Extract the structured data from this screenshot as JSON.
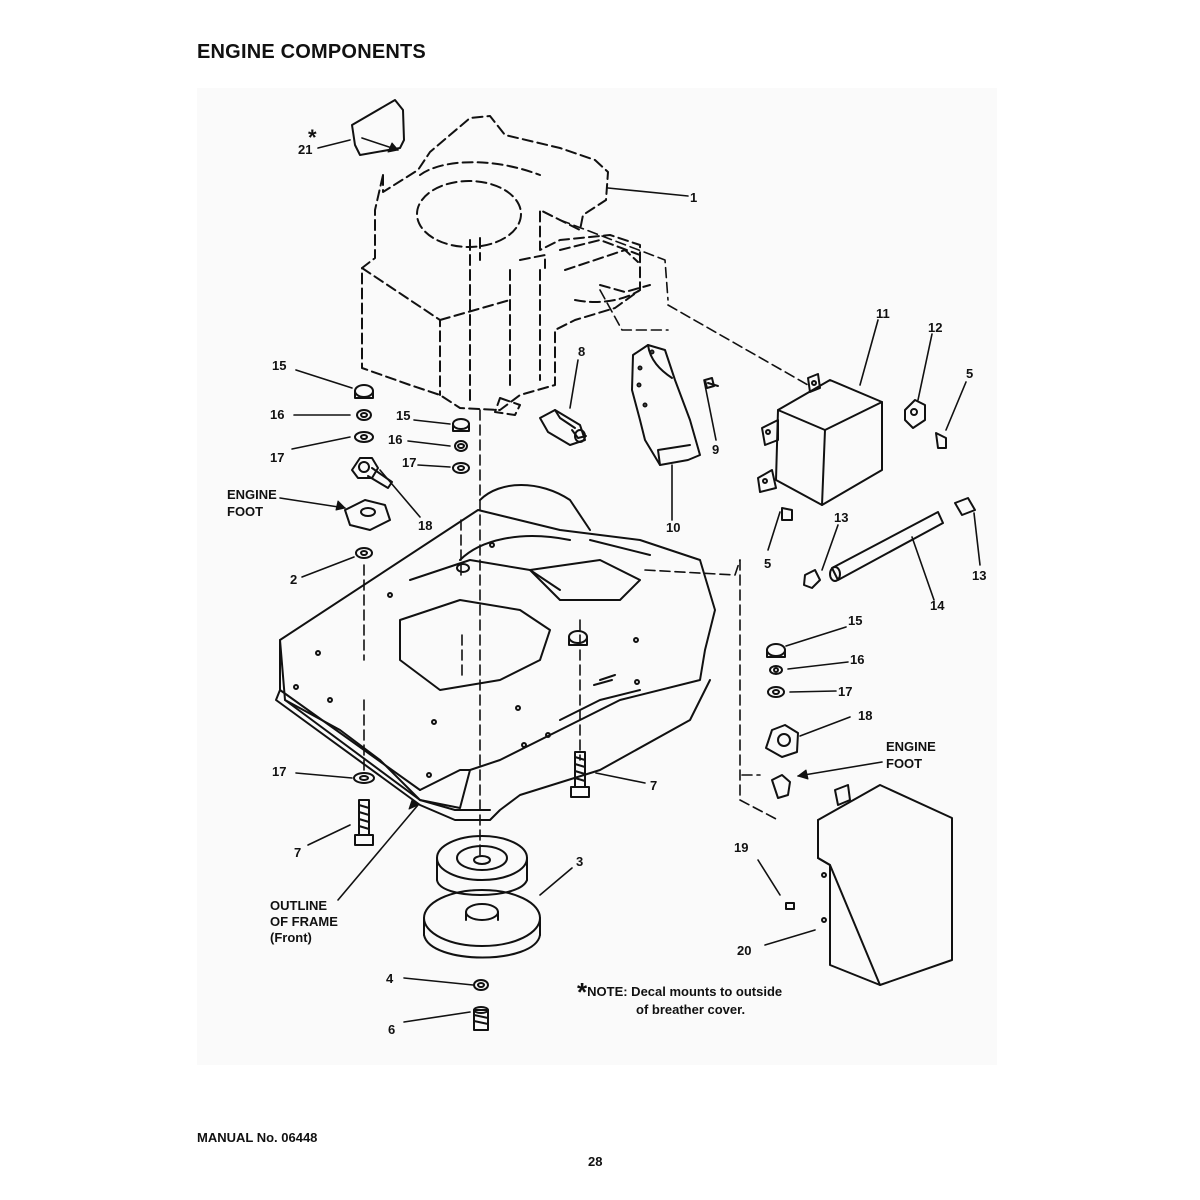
{
  "page_title": "ENGINE COMPONENTS",
  "footer": {
    "manual": "MANUAL No. 06448",
    "page_number": "28"
  },
  "note": {
    "asterisk": "*",
    "line1": "NOTE: Decal mounts to outside",
    "line2": "of breather cover."
  },
  "callouts": {
    "c1": "1",
    "c2": "2",
    "c3": "3",
    "c4": "4",
    "c5a": "5",
    "c5b": "5",
    "c6": "6",
    "c7a": "7",
    "c7b": "7",
    "c8": "8",
    "c9": "9",
    "c10": "10",
    "c11": "11",
    "c12": "12",
    "c13a": "13",
    "c13b": "13",
    "c14": "14",
    "c15a": "15",
    "c15b": "15",
    "c15c": "15",
    "c16a": "16",
    "c16b": "16",
    "c16c": "16",
    "c17a": "17",
    "c17b": "17",
    "c17c": "17",
    "c17d": "17",
    "c18a": "18",
    "c18b": "18",
    "c19": "19",
    "c20": "20",
    "c21": "21",
    "c21_star": "*"
  },
  "labels": {
    "engine_foot_left_1": "ENGINE",
    "engine_foot_left_2": "FOOT",
    "engine_foot_right_1": "ENGINE",
    "engine_foot_right_2": "FOOT",
    "outline_1": "OUTLINE",
    "outline_2": "OF FRAME",
    "outline_3": "(Front)"
  }
}
